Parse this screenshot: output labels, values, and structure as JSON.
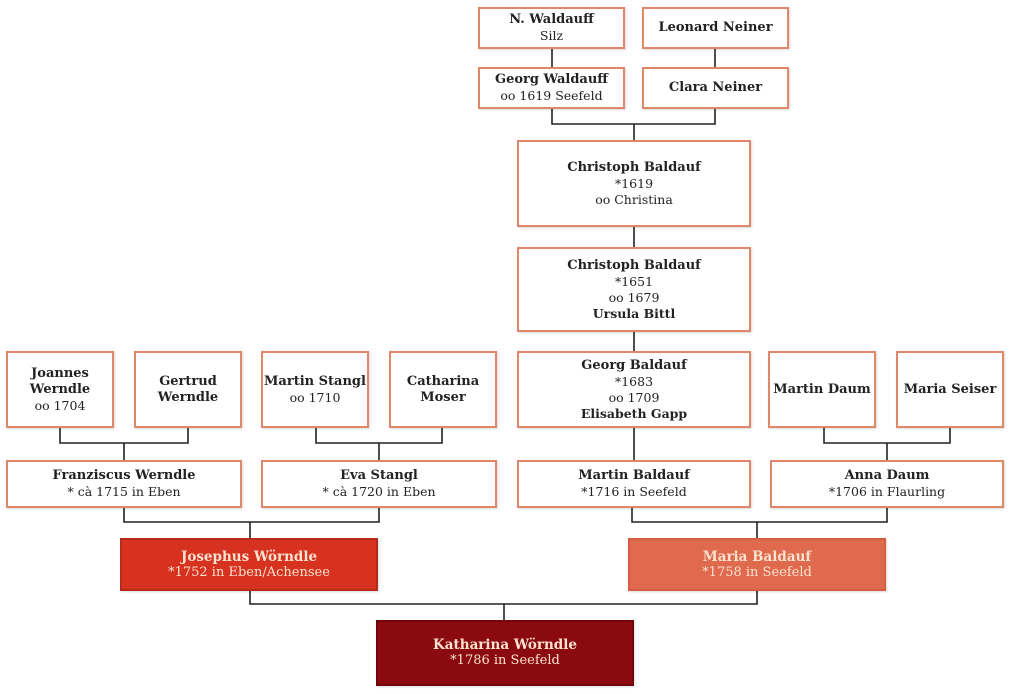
{
  "persons": [
    {
      "id": "n-waldauff",
      "name": "N. Waldauff",
      "lines": [
        "Silz"
      ]
    },
    {
      "id": "leonard-neiner",
      "name": "Leonard Neiner",
      "lines": []
    },
    {
      "id": "georg-waldauff",
      "name": "Georg Waldauff",
      "lines": [
        "oo 1619 Seefeld"
      ]
    },
    {
      "id": "clara-neiner",
      "name": "Clara Neiner",
      "lines": []
    },
    {
      "id": "christoph-baldauf-1619",
      "name": "Christoph Baldauf",
      "lines": [
        "*1619",
        "oo  Christina"
      ]
    },
    {
      "id": "christoph-baldauf-1651",
      "name": "Christoph Baldauf",
      "lines": [
        "*1651",
        "oo 1679"
      ],
      "spouse": "Ursula Bittl"
    },
    {
      "id": "georg-baldauf",
      "name": "Georg Baldauf",
      "lines": [
        "*1683",
        "oo 1709"
      ],
      "spouse": "Elisabeth Gapp"
    },
    {
      "id": "joannes-werndle",
      "name": "Joannes Werndle",
      "lines": [
        "oo 1704"
      ]
    },
    {
      "id": "gertrud-werndle",
      "name": "Gertrud Werndle",
      "lines": []
    },
    {
      "id": "martin-stangl",
      "name": "Martin Stangl",
      "lines": [
        "oo 1710"
      ]
    },
    {
      "id": "catharina-moser",
      "name": "Catharina Moser",
      "lines": []
    },
    {
      "id": "martin-daum",
      "name": "Martin Daum",
      "lines": []
    },
    {
      "id": "maria-seiser",
      "name": "Maria Seiser",
      "lines": []
    },
    {
      "id": "franziscus-werndle",
      "name": "Franziscus Werndle",
      "lines": [
        "* cà 1715 in Eben"
      ]
    },
    {
      "id": "eva-stangl",
      "name": "Eva Stangl",
      "lines": [
        "* cà 1720 in  Eben"
      ]
    },
    {
      "id": "martin-baldauf",
      "name": "Martin Baldauf",
      "lines": [
        "*1716 in Seefeld"
      ]
    },
    {
      "id": "anna-daum",
      "name": "Anna Daum",
      "lines": [
        "*1706 in Flaurling"
      ]
    },
    {
      "id": "josephus-worndle",
      "name": "Josephus Wörndle",
      "lines": [
        "*1752  in Eben/Achensee"
      ]
    },
    {
      "id": "maria-baldauf",
      "name": "Maria Baldauf",
      "lines": [
        "*1758 in Seefeld"
      ]
    },
    {
      "id": "katharina-worndle",
      "name": "Katharina Wörndle",
      "lines": [
        "*1786 in Seefeld"
      ]
    }
  ],
  "colors": {
    "border": "#e0876a",
    "line": "#222222",
    "josephus": "#d6321f",
    "maria": "#e06a4e",
    "katharina": "#8b0a0f"
  }
}
